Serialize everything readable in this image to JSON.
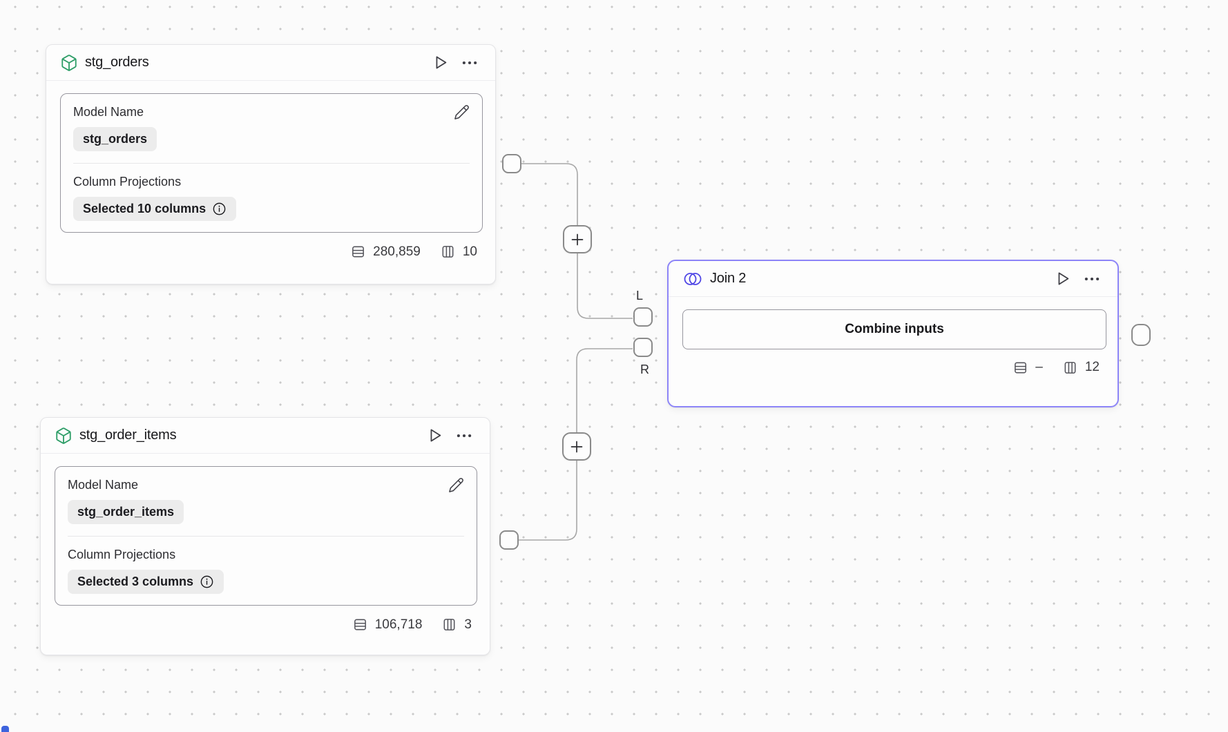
{
  "canvas": {
    "port_labels": {
      "left": "L",
      "right": "R"
    }
  },
  "nodes": {
    "stg_orders": {
      "title": "stg_orders",
      "model_name_label": "Model Name",
      "model_name_value": "stg_orders",
      "column_projections_label": "Column Projections",
      "column_projections_value": "Selected 10 columns",
      "row_count": "280,859",
      "column_count": "10"
    },
    "stg_order_items": {
      "title": "stg_order_items",
      "model_name_label": "Model Name",
      "model_name_value": "stg_order_items",
      "column_projections_label": "Column Projections",
      "column_projections_value": "Selected 3 columns",
      "row_count": "106,718",
      "column_count": "3"
    },
    "join": {
      "title": "Join 2",
      "combine_button_label": "Combine inputs",
      "row_count": "–",
      "column_count": "12"
    }
  },
  "icons": {
    "model": "cube-icon",
    "join": "venn-icon",
    "run": "play-icon",
    "menu": "ellipsis-icon",
    "edit": "pencil-icon",
    "info": "info-icon",
    "rows": "table-rows-icon",
    "columns": "table-columns-icon",
    "add": "plus-icon"
  },
  "colors": {
    "join_accent": "#8d85f8",
    "join_icon": "#4f46e5",
    "model_icon": "#2f9e68",
    "edge": "#a7a7a7",
    "port_border": "#8a8a8a",
    "pill_background": "#ececec"
  }
}
